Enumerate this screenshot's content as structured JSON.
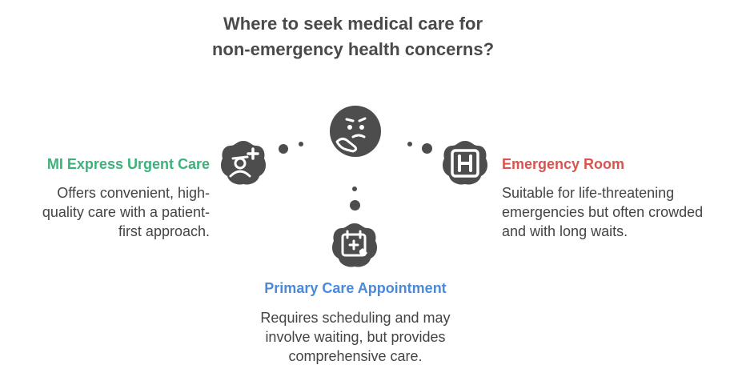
{
  "title": "Where to seek medical care for non-emergency health concerns?",
  "center": {
    "icon": "thinking-face-icon"
  },
  "options": [
    {
      "heading": "MI Express Urgent Care",
      "description": "Offers convenient, high-quality care with a patient-first approach.",
      "icon": "nurse-plus-icon",
      "color": "#3cb27a"
    },
    {
      "heading": "Emergency Room",
      "description": "Suitable for life-threatening emergencies but often crowded and with long waits.",
      "icon": "hospital-h-icon",
      "color": "#d9534f"
    },
    {
      "heading": "Primary Care Appointment",
      "description": "Requires scheduling and may involve waiting, but provides comprehensive care.",
      "icon": "calendar-phone-icon",
      "color": "#4a8ad8"
    }
  ]
}
